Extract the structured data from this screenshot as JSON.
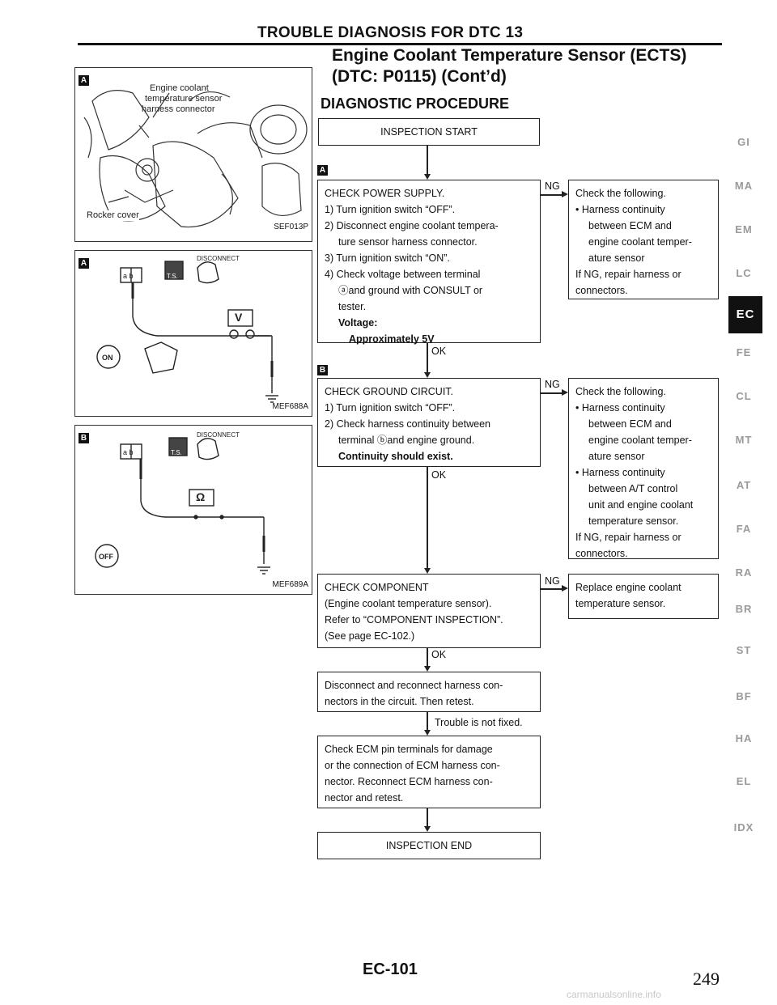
{
  "header": {
    "title": "TROUBLE DIAGNOSIS FOR DTC 13",
    "section_title": "Engine Coolant Temperature Sensor (ECTS)",
    "section_subtitle": "(DTC: P0115) (Cont’d)",
    "procedure_title": "DIAGNOSTIC PROCEDURE"
  },
  "figures": {
    "fig1": {
      "marker": "A",
      "labels": [
        "Engine coolant",
        "temperature sensor",
        "harness connector",
        "Rocker cover"
      ],
      "code": "SEF013P"
    },
    "fig2": {
      "marker": "A",
      "disconnect": "DISCONNECT",
      "meter": "V",
      "connector": "a b",
      "ts": "T.S.",
      "switch": "ON",
      "code": "MEF688A"
    },
    "fig3": {
      "marker": "B",
      "disconnect": "DISCONNECT",
      "meter": "Ω",
      "connector": "a b",
      "ts": "T.S.",
      "switch": "OFF",
      "code": "MEF689A"
    }
  },
  "flow": {
    "start": "INSPECTION START",
    "step_a": {
      "marker": "A",
      "lines": [
        "CHECK POWER SUPPLY.",
        "1) Turn ignition switch “OFF”.",
        "2) Disconnect engine coolant tempera-",
        "ture sensor harness connector.",
        "3) Turn ignition switch “ON”.",
        "4) Check voltage between terminal",
        "ⓐand ground with CONSULT or",
        "tester."
      ],
      "spec_label": "Voltage:",
      "spec_value": "Approximately 5V"
    },
    "ng_a": {
      "label": "NG",
      "lines": [
        "Check the following.",
        "• Harness continuity",
        "between ECM and",
        "engine coolant temper-",
        "ature sensor",
        "If NG, repair harness or",
        "connectors."
      ]
    },
    "ok_a": "OK",
    "step_b": {
      "marker": "B",
      "lines": [
        "CHECK GROUND CIRCUIT.",
        "1) Turn ignition switch “OFF”.",
        "2) Check harness continuity between",
        "terminal ⓑand engine ground."
      ],
      "spec": "Continuity should exist."
    },
    "ng_b": {
      "label": "NG",
      "lines": [
        "Check the following.",
        "• Harness continuity",
        "between ECM and",
        "engine coolant temper-",
        "ature sensor",
        "• Harness continuity",
        "between A/T control",
        "unit and engine coolant",
        "temperature sensor.",
        "If NG, repair harness or",
        "connectors."
      ]
    },
    "ok_b": "OK",
    "step_c": {
      "lines": [
        "CHECK COMPONENT",
        "(Engine coolant temperature sensor).",
        "Refer to “COMPONENT INSPECTION”.",
        "(See page EC-102.)"
      ]
    },
    "ng_c": {
      "label": "NG",
      "lines": [
        "Replace engine coolant",
        "temperature sensor."
      ]
    },
    "ok_c": "OK",
    "step_d": [
      "Disconnect and reconnect harness con-",
      "nectors in the circuit. Then retest."
    ],
    "trouble": "Trouble is not fixed.",
    "step_e": [
      "Check ECM pin terminals for damage",
      "or the connection of ECM harness con-",
      "nector. Reconnect ECM harness con-",
      "nector and retest."
    ],
    "end": "INSPECTION END"
  },
  "side_tabs": [
    "GI",
    "MA",
    "EM",
    "LC",
    "EC",
    "FE",
    "CL",
    "MT",
    "AT",
    "FA",
    "RA",
    "BR",
    "ST",
    "BF",
    "HA",
    "EL",
    "IDX"
  ],
  "active_tab": "EC",
  "footer": {
    "code": "EC-101",
    "page_number": "249",
    "watermark": "carmanualsonline.info"
  }
}
